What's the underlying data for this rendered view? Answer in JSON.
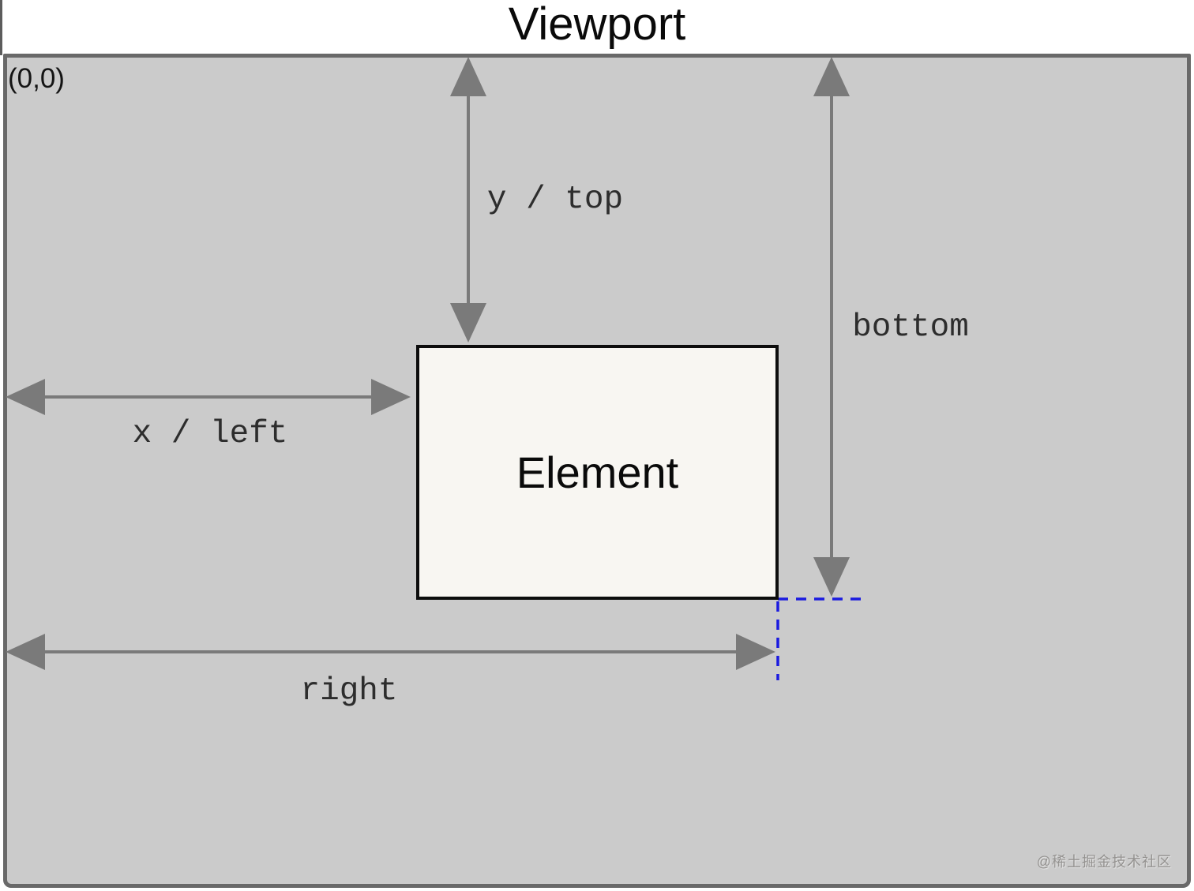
{
  "title": "Viewport",
  "origin_label": "(0,0)",
  "element": {
    "label": "Element"
  },
  "measurements": {
    "y_top": "y / top",
    "x_left": "x / left",
    "bottom": "bottom",
    "right": "right"
  },
  "watermark": "@稀土掘金技术社区",
  "colors": {
    "viewport_fill": "#cbcbcb",
    "viewport_border": "#696969",
    "arrow": "#7a7a7a",
    "element_fill": "#f8f6f2",
    "element_border": "#0d0d0d",
    "guide_dashed": "#1a1ae0"
  }
}
